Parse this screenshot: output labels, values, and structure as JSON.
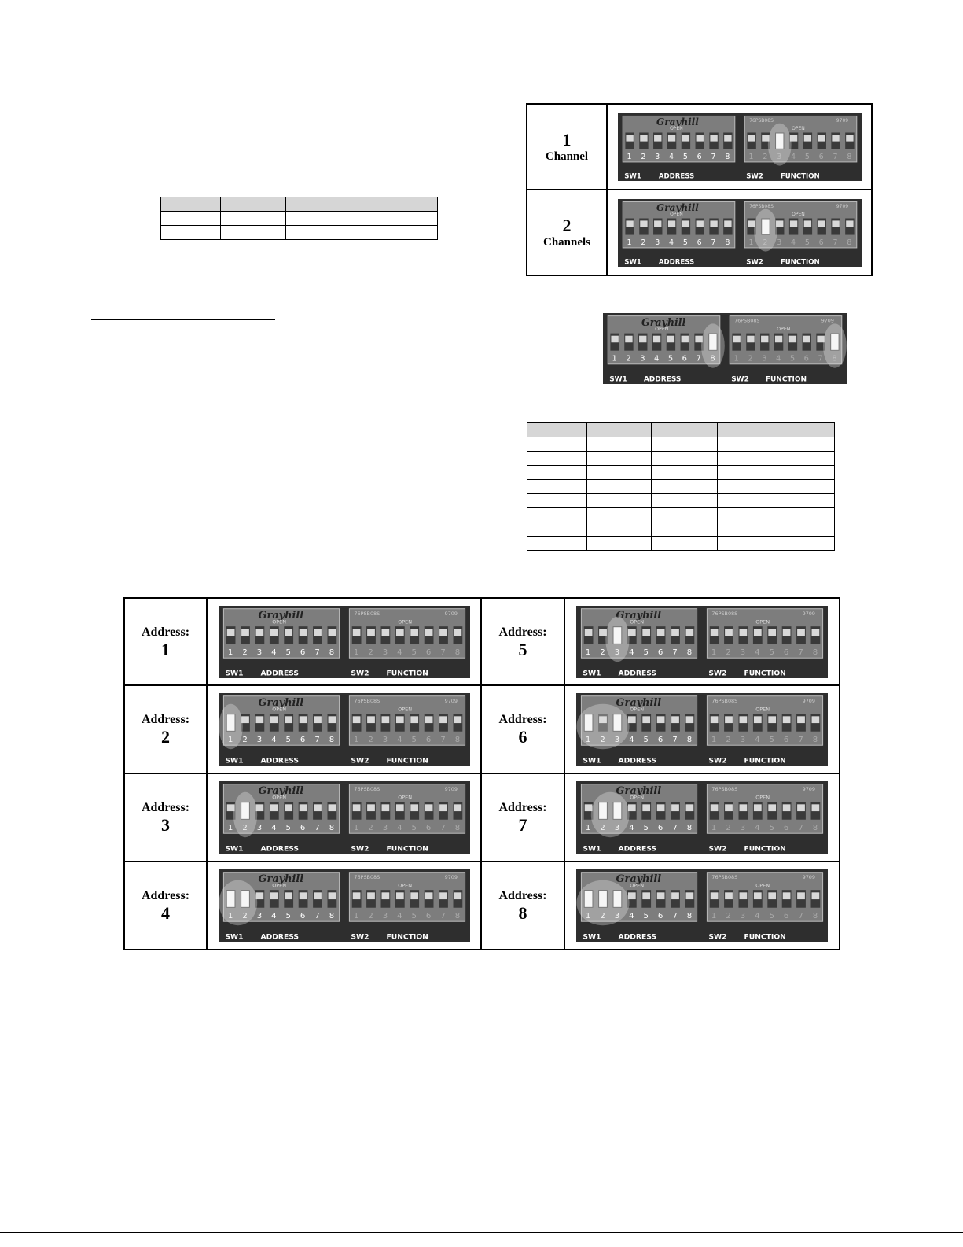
{
  "board_text": {
    "brand": "Grayhill",
    "open": "OPEN",
    "sw1": "SW1",
    "address": "ADDRESS",
    "sw2": "SW2",
    "function": "FUNCTION",
    "part": "76PSB08S",
    "code": "9709",
    "digits": [
      "1",
      "2",
      "3",
      "4",
      "5",
      "6",
      "7",
      "8"
    ]
  },
  "channel_table": {
    "rows": [
      {
        "number": "1",
        "label": "Channel",
        "function_on": [
          3
        ]
      },
      {
        "number": "2",
        "label": "Channels",
        "function_on": [
          2
        ]
      }
    ]
  },
  "switch8_photo": {
    "address_on": [
      8
    ],
    "function_on": [
      8
    ]
  },
  "address_table": {
    "left": [
      {
        "word": "Address:",
        "number": "1",
        "address_on": []
      },
      {
        "word": "Address:",
        "number": "2",
        "address_on": [
          1
        ]
      },
      {
        "word": "Address:",
        "number": "3",
        "address_on": [
          2
        ]
      },
      {
        "word": "Address:",
        "number": "4",
        "address_on": [
          1,
          2
        ]
      }
    ],
    "right": [
      {
        "word": "Address:",
        "number": "5",
        "address_on": [
          3
        ]
      },
      {
        "word": "Address:",
        "number": "6",
        "address_on": [
          1,
          3
        ]
      },
      {
        "word": "Address:",
        "number": "7",
        "address_on": [
          2,
          3
        ]
      },
      {
        "word": "Address:",
        "number": "8",
        "address_on": [
          1,
          2,
          3
        ]
      }
    ]
  },
  "colors": {
    "board": "#6a6a6a",
    "board_dark": "#2e2e2e",
    "switch_on": "#ffffff",
    "highlight": "#e6e6e6"
  }
}
